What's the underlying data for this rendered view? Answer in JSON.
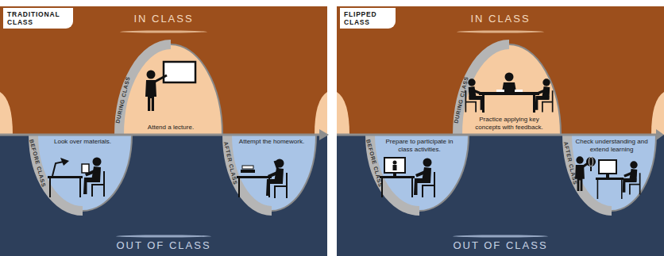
{
  "diagram": {
    "nodes": [
      {
        "text": [
          "IN CLASS"
        ]
      },
      {
        "text": [
          "TRADITIONAL CLASS"
        ],
        "in": 0
      },
      {
        "text": [
          "DURING CLASS",
          "Attend a lecture."
        ],
        "in": 0
      },
      {
        "text": [
          "OUT OF CLASS"
        ]
      },
      {
        "text": [
          "BEFORE CLASS",
          "Look over materials."
        ],
        "in": 3
      },
      {
        "text": [
          "AFTER CLASS",
          "Attempt the homework."
        ],
        "in": 3
      },
      {
        "text": [
          "IN CLASS"
        ]
      },
      {
        "text": [
          "FLIPPED CLASS"
        ],
        "in": 6
      },
      {
        "text": [
          "DURING CLASS",
          "Practice applying key concepts with feedback."
        ],
        "in": 6
      },
      {
        "text": [
          "OUT OF CLASS"
        ]
      },
      {
        "text": [
          "BEFORE CLASS",
          "Prepare to participate in class activities."
        ],
        "in": 9
      },
      {
        "text": [
          "AFTER CLASS",
          "Check understanding and extend learning"
        ],
        "in": 9
      }
    ]
  }
}
